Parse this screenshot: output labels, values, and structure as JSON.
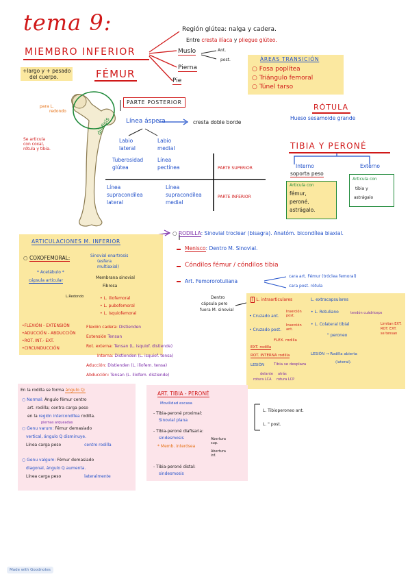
{
  "title": "tema 9:",
  "main": {
    "miembro": "MIEMBRO INFERIOR",
    "largo": "+largo y + pesado",
    "largo2": "del cuerpo.",
    "femur": "FÉMUR",
    "regiones": {
      "r1": "Región glútea: nalga y cadera.",
      "r2a": "Entre",
      "r2b": "cresta ilíaca",
      "r2c": "y",
      "r2d": "pliegue glúteo.",
      "muslo": "Muslo",
      "ant": "Ant.",
      "post": "post.",
      "pierna": "Pierna",
      "pie": "Pie"
    },
    "areas": {
      "title": "ÁREAS TRANSICIÓN",
      "items": [
        "Fosa poplítea",
        "Triángulo femoral",
        "Túnel tarso"
      ]
    }
  },
  "femur": {
    "parte_posterior": "PARTE POSTERIOR",
    "para": "para L.",
    "redondo": "redondo",
    "articula1": "Se articula",
    "articula2": "con coxal,",
    "articula3": "rótula y tibia.",
    "diafisis": "diáfisis",
    "linea_aspera": "Línea áspera",
    "cresta": "cresta doble borde",
    "labio_lat": [
      "Labio",
      "lateral"
    ],
    "labio_med": [
      "Labio",
      "medial"
    ],
    "tuberosidad": [
      "Tuberosidad",
      "glútea"
    ],
    "linea_pect": [
      "Línea",
      "pectínea"
    ],
    "sup_lat": [
      "Línea",
      "supracondílea",
      "lateral"
    ],
    "sup_med": [
      "Línea",
      "supracondílea",
      "medial"
    ],
    "parte_superior": "PARTE SUPERIOR",
    "parte_inferior": "PARTE INFERIOR"
  },
  "rotula": {
    "title": "RÓTULA",
    "desc": "Hueso sesamoide grande"
  },
  "tibia": {
    "title": "TIBIA Y PERONÉ",
    "interno": "Interno",
    "soporta": "soporta peso",
    "externo": "Externo",
    "art_con": [
      "Articula con",
      "fémur,",
      "peroné,",
      "astrágalo."
    ],
    "art_con2": [
      "Articula con",
      "tibia y",
      "astrágalo"
    ]
  },
  "articulaciones": {
    "title": "ARTICULACIONES M. INFERIOR",
    "coxofemoral": "COXOFEMORAL:",
    "sinovial": "Sinovial enartrosis",
    "esfera": "(esfera",
    "multiaxial": "multiaxial)",
    "acetabulo": "* Acetábulo *",
    "capsula": "cápsula articular",
    "membrana": "Membrana sinovial",
    "fibrosa": "Fibrosa",
    "lig1": "• L. iliofemoral",
    "lig2": "• L. pubofemoral",
    "lig3": "• L. isquiofemoral",
    "redondo_cabeza": "L.Redondo",
    "movs": [
      "•FLEXIÓN - EXTENSIÓN",
      "•ADUCCIÓN - ABDUCCIÓN",
      "•ROT. INT.- EXT.",
      "•CIRCUNDUCCIÓN"
    ],
    "flexion": "Flexión cadera:",
    "flexion_v": "Distienden",
    "extension": "Extensión",
    "extension_v": "Tensan",
    "rot_ext": "Rot. externa:",
    "rot_ext_v": "Tensan (L. isquiof. distiende)",
    "rot_int": "Interna:",
    "rot_int_v": "Distienden (L. isquiof. tensa)",
    "aduccion": "Aducción:",
    "aduccion_v": "Distienden (L. iliofem. tensa)",
    "abduccion": "Abducción:",
    "abduccion_v": "Tensan (L. iliofem. distiende)"
  },
  "rodilla": {
    "title": "RODILLA",
    "desc": ": Sinovial troclear (bisagra). Anatóm. bicondílea biaxial.",
    "menisco": "Menisco",
    "menisco_d": ": Dentro M. Sinovial.",
    "condilos": "Cóndilos fémur / cóndilos tibia",
    "art_fem": "Art. Femororotuliana",
    "cara_ant": "cara art. Fémur (tróclea femoral)",
    "cara_post": "cara post. rótula",
    "dentro": "Dentro",
    "capsula_fuera": "cápsula pero",
    "fuera": "fuera M. sinovial"
  },
  "ligamentos": {
    "intra": "L. intraarticulares",
    "extra": "L. extracapsulares",
    "cruzado_ant": "• Cruzado ant.",
    "insercion": "Inserción post.",
    "cruzado_post": "• Cruzado post.",
    "insercion_ant": "Inserción ant.",
    "flex": "FLEX. rodilla",
    "ext_rodilla": "EXT. rodilla",
    "rot_interna": "ROT. INTERNA rodilla",
    "lesion": "LESIÓN",
    "tibia_desplaza": "Tibia se desplaza",
    "rotula_lca": "rotura LCA",
    "rotura_lcp": "rotura LCP",
    "delante": "delante",
    "atras": "atrás",
    "rotuliano": "• L. Rotuliano",
    "rotuliano_d": "tendón cuádriceps",
    "colateral_t": "• L. Colateral tibial",
    "colateral_p": "\" peroneo",
    "limitan": "Limitan EXT.",
    "rot_ext": "ROT. EXT.",
    "se_tensan": "se tensan",
    "lesion2": "LESIÓN",
    "rodilla_arr": "Rodilla abierta",
    "lateral": "(lateral)."
  },
  "rodilla_q": {
    "intro": "En la rodilla se forma",
    "angulo": "ángulo Q:",
    "normal": "Normal:",
    "normal_d": "Ángulo fémur centro",
    "normal_d2": "art. rodilla; centra carga peso",
    "normal_d3": "en la",
    "normal_d4": "región intercondílea",
    "normal_d5": "rodilla.",
    "piernas": "piernas arqueadas",
    "varum": "Genu varum:",
    "varum_d": "Fémur demasiado",
    "varum_d2": "vertical, ángulo Q disminuye.",
    "varum_d3": "Línea carga peso",
    "varum_d4": "centro rodilla",
    "valgum": "Genu valgum:",
    "valgum_d": "Fémur demasiado",
    "valgum_d2": "diagonal, ángulo Q aumenta.",
    "valgum_d3": "Línea carga peso",
    "valgum_d4": "lateralmente"
  },
  "tibio": {
    "title": "ART. TIBIA - PERONÉ",
    "movilidad": "Movilidad escasa",
    "proximal": "- Tibia-peroné proximal:",
    "sinovial_plana": "Sinovial plana",
    "diafisaria": "- Tibia-peroné diafisaria:",
    "sindesmosis": "sindesmosis",
    "memb": "* Memb. interósea",
    "abertura_sup": "Abertura sup.",
    "abertura_inf": "Abertura inf.",
    "distal": "- Tibia-peroné distal:",
    "sindesmosis2": "sindesmosis",
    "l_ant": "L. Tibioperoneo ant.",
    "l_post_q": "L.        \"        post."
  },
  "footer": "Made with Goodnotes"
}
